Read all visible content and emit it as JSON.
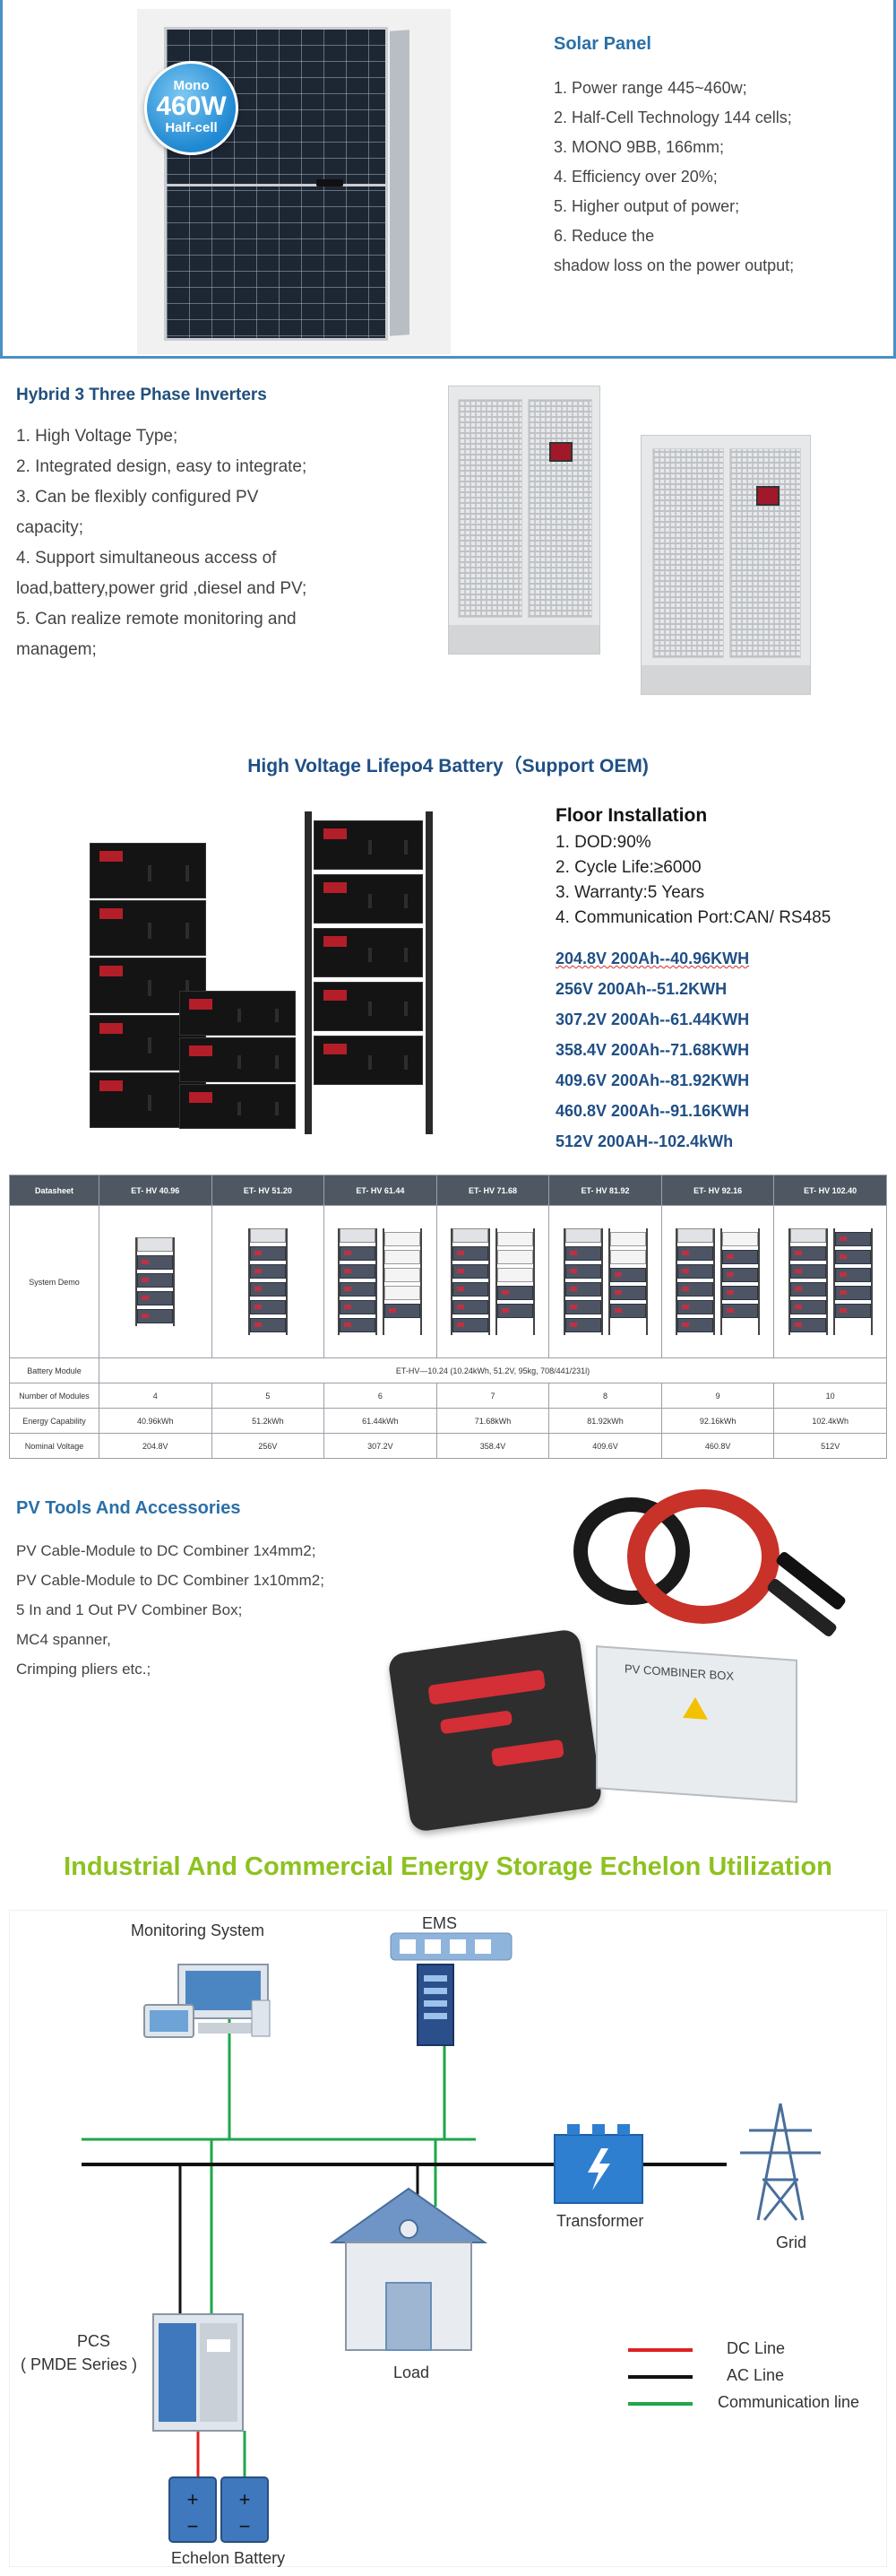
{
  "solar": {
    "title": "Solar Panel",
    "badge": {
      "line1": "Mono",
      "line2": "460W",
      "line3": "Half-cell"
    },
    "items": [
      "1. Power range 445~460w;",
      "2. Half-Cell Technology 144 cells;",
      "3. MONO 9BB, 166mm;",
      "4. Efficiency over 20%;",
      "5. Higher output of power;",
      "6. Reduce the",
      "shadow loss on the power output;"
    ]
  },
  "inverter": {
    "title": "Hybrid 3 Three Phase Inverters",
    "items": [
      "1. High Voltage Type;",
      "2. Integrated design, easy to integrate;",
      "3. Can be flexibly configured PV",
      "capacity;",
      "4. Support simultaneous access of",
      "load,battery,power grid ,diesel and PV;",
      "5. Can realize remote monitoring and",
      "managem;"
    ]
  },
  "battery": {
    "title": "High Voltage Lifepo4 Battery（Support OEM)",
    "floor_title": "Floor Installation",
    "floor_items": [
      "1. DOD:90%",
      "2. Cycle Life:≥6000",
      "3. Warranty:5 Years",
      "4. Communication Port:CAN/ RS485"
    ],
    "specs": [
      "204.8V 200Ah--40.96KWH",
      "256V 200Ah--51.2KWH",
      "307.2V 200Ah--61.44KWH",
      "358.4V 200Ah--71.68KWH",
      "409.6V 200Ah--81.92KWH",
      "460.8V 200Ah--91.16KWH",
      "512V 200AH--102.4kWh"
    ]
  },
  "datasheet": {
    "header": "Datasheet",
    "models": [
      "ET- HV 40.96",
      "ET- HV 51.20",
      "ET- HV 61.44",
      "ET- HV 71.68",
      "ET- HV 81.92",
      "ET- HV 92.16",
      "ET- HV 102.40"
    ],
    "rows": {
      "demo": "System Demo",
      "module_label": "Battery Module",
      "module_value": "ET-HV—10.24 (10.24kWh, 51.2V, 95kg, 708/441/231l)",
      "number_label": "Number of Modules",
      "numbers": [
        "4",
        "5",
        "6",
        "7",
        "8",
        "9",
        "10"
      ],
      "energy_label": "Energy Capability",
      "energies": [
        "40.96kWh",
        "51.2kWh",
        "61.44kWh",
        "71.68kWh",
        "81.92kWh",
        "92.16kWh",
        "102.4kWh"
      ],
      "voltage_label": "Nominal Voltage",
      "voltages": [
        "204.8V",
        "256V",
        "307.2V",
        "358.4V",
        "409.6V",
        "460.8V",
        "512V"
      ]
    }
  },
  "tools": {
    "title": "PV Tools And Accessories",
    "items": [
      "PV Cable-Module to DC Combiner 1x4mm2;",
      "PV Cable-Module to DC Combiner 1x10mm2;",
      "5 In and 1 Out PV Combiner Box;",
      "MC4 spanner,",
      "Crimping pliers etc.;"
    ],
    "combiner_label": "PV COMBINER BOX"
  },
  "diagram": {
    "title": "Industrial And Commercial Energy Storage Echelon Utilization",
    "labels": {
      "monitoring": "Monitoring System",
      "ems": "EMS",
      "transformer": "Transformer",
      "grid": "Grid",
      "pcs": "PCS",
      "pcs_series": "( PMDE Series )",
      "load": "Load",
      "battery": "Echelon Battery"
    },
    "legend": [
      {
        "label": "DC Line",
        "color": "#e02020"
      },
      {
        "label": "AC Line",
        "color": "#111111"
      },
      {
        "label": "Communication line",
        "color": "#1fa64a"
      }
    ],
    "colors": {
      "green": "#1fa64a",
      "black": "#111111",
      "red": "#e02020",
      "accent": "#8dc21f",
      "blue": "#2a6fa8"
    }
  }
}
